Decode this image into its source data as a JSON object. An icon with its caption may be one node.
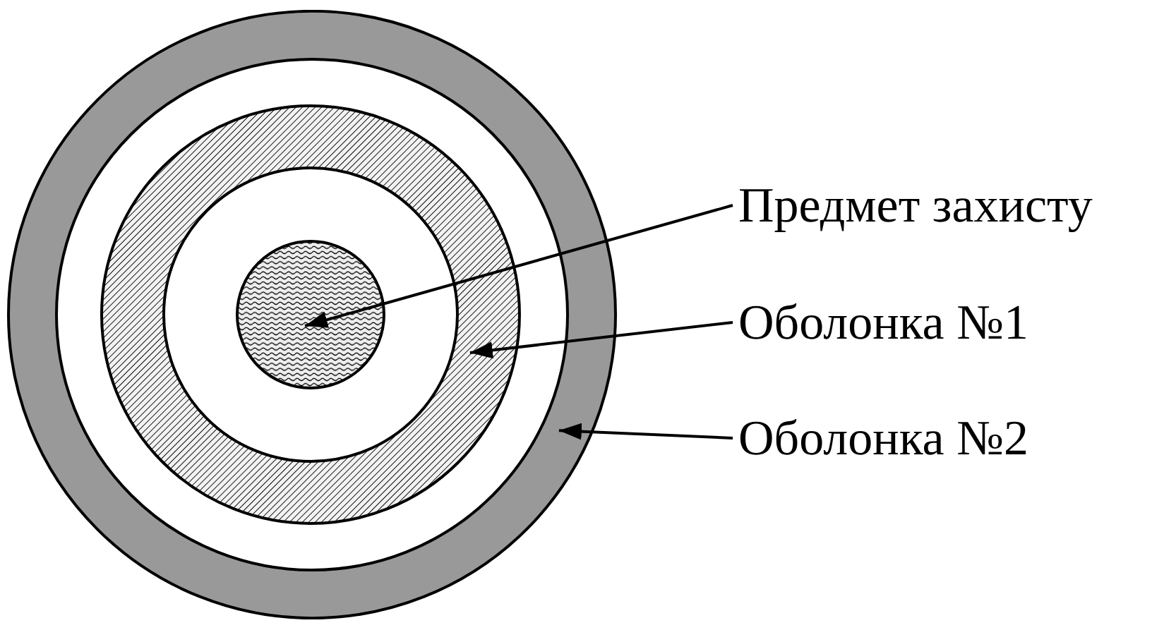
{
  "diagram": {
    "nodes": [
      {
        "text": [],
        "shape": "ring"
      },
      {
        "text": [],
        "shape": "ring",
        "in": 0
      },
      {
        "text": [],
        "shape": "circle",
        "in": 1
      },
      {
        "text": [
          "Предмет захисту"
        ]
      },
      {
        "text": [
          "Оболонка №1"
        ]
      },
      {
        "text": [
          "Оболонка №2"
        ]
      }
    ],
    "edges": [
      {
        "from": 3,
        "to": 2,
        "arrow": "to"
      },
      {
        "from": 4,
        "to": 1,
        "arrow": "to"
      },
      {
        "from": 5,
        "to": 0,
        "arrow": "to"
      }
    ]
  }
}
